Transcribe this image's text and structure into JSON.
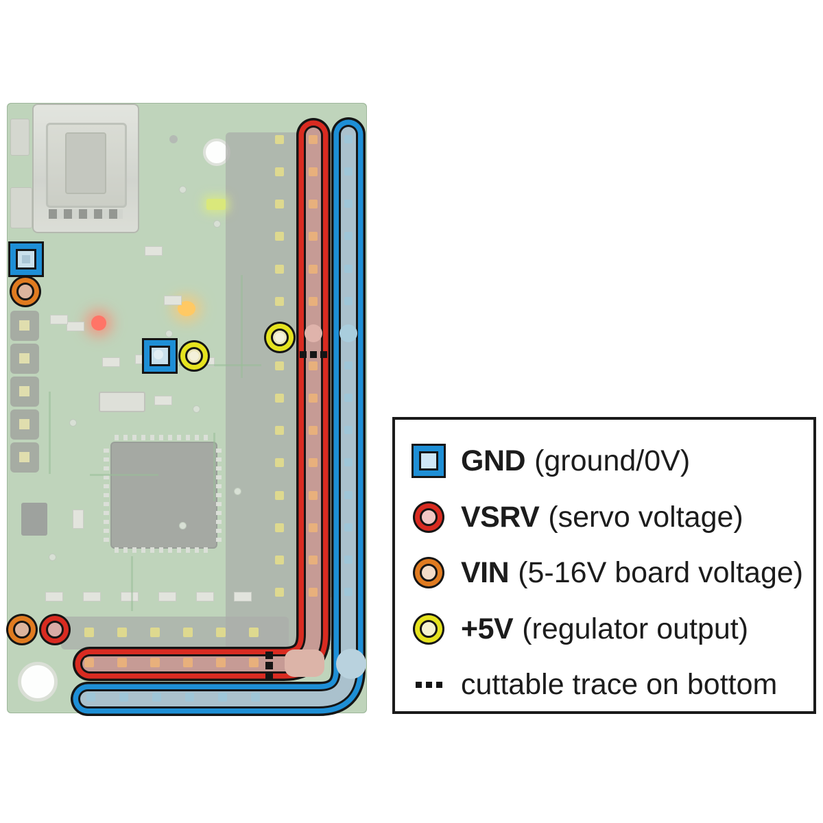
{
  "legend": {
    "items": [
      {
        "id": "gnd",
        "label": "GND",
        "description": "(ground/0V)",
        "swatch": "square",
        "ring_color": "#1e8fd6",
        "fill_color": "#cfe7f7"
      },
      {
        "id": "vsrv",
        "label": "VSRV",
        "description": "(servo voltage)",
        "swatch": "circle",
        "ring_color": "#d92b21",
        "fill_color": "#f2c7c4"
      },
      {
        "id": "vin",
        "label": "VIN",
        "description": "(5-16V board voltage)",
        "swatch": "circle",
        "ring_color": "#e07b20",
        "fill_color": "#f4dcc8"
      },
      {
        "id": "plus5v",
        "label": "+5V",
        "description": "(regulator output)",
        "swatch": "circle",
        "ring_color": "#e6e31f",
        "fill_color": "#f5f3cf"
      },
      {
        "id": "cuttable",
        "label": "",
        "description": "cuttable trace on bottom",
        "swatch": "dots",
        "ring_color": "#151515",
        "fill_color": "#151515"
      }
    ]
  },
  "board": {
    "buses": [
      {
        "id": "vsrv-bus",
        "type": "VSRV",
        "color": "#d92b21",
        "shape": "L-shape: vertical column on right, horizontal row at bottom, cuttable trace dots on both segments"
      },
      {
        "id": "gnd-bus",
        "type": "GND",
        "color": "#1e8fd6",
        "shape": "outer L-shape: outermost right column and bottom row"
      }
    ],
    "markers": [
      {
        "type": "GND",
        "shape": "square",
        "position": "upper-left near USB"
      },
      {
        "type": "VIN",
        "shape": "circle",
        "position": "upper-left below GND square"
      },
      {
        "type": "GND",
        "shape": "square",
        "position": "board center"
      },
      {
        "type": "+5V",
        "shape": "circle",
        "position": "board center, right of GND square"
      },
      {
        "type": "+5V",
        "shape": "circle",
        "position": "center-right beside VSRV bus"
      },
      {
        "type": "VIN",
        "shape": "circle",
        "position": "lower-left"
      },
      {
        "type": "VSRV",
        "shape": "circle",
        "position": "lower-left, right of VIN"
      },
      {
        "type": "cuttable-trace",
        "shape": "dots",
        "position": "on vertical VSRV bus"
      },
      {
        "type": "cuttable-trace",
        "shape": "dots",
        "position": "on bottom VSRV bus"
      }
    ]
  }
}
